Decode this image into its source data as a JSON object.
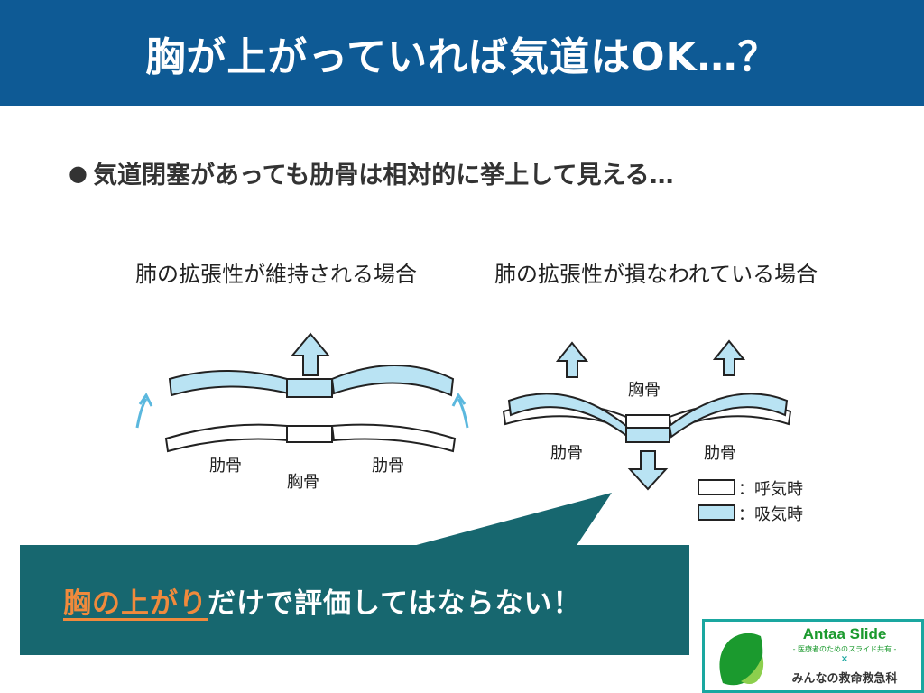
{
  "header": {
    "title": "胸が上がっていれば気道はOK…？"
  },
  "bullet": {
    "dot": "●",
    "text": "気道閉塞があっても肋骨は相対的に挙上して見える…"
  },
  "diagram": {
    "left_caption": "肺の拡張性が維持される場合",
    "right_caption": "肺の拡張性が損なわれている場合",
    "labels": {
      "rib": "肋骨",
      "sternum": "胸骨"
    },
    "legend": {
      "exhale": "：呼気時",
      "inhale": "：吸気時"
    },
    "colors": {
      "inhale": "#b9e3f3",
      "exhale": "#ffffff",
      "stroke": "#222222"
    }
  },
  "callout": {
    "emphasis": "胸の上がり",
    "rest": "だけで評価してはならない！"
  },
  "logo": {
    "title": "Antaa Slide",
    "subtitle": "- 医療者のためのスライド共有 -",
    "cross": "×",
    "bottom": "みんなの救命救急科"
  }
}
